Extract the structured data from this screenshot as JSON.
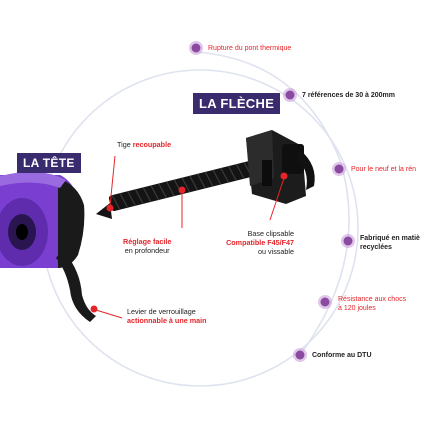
{
  "labels": {
    "head": "LA TÊTE",
    "arrow": "LA FLÈCHE"
  },
  "callouts": {
    "rod_pre": "Tige ",
    "rod_red": "recoupable",
    "depth_red": "Réglage facile",
    "depth_post": "en profondeur",
    "base_pre": "Base clipsable",
    "base_red": "Compatible F45/F47",
    "base_post": "ou vissable",
    "lever_pre": "Levier de verrouillage",
    "lever_red": "actionnable à une main"
  },
  "features": [
    {
      "line1": "Rupture du pont thermique",
      "line2": "",
      "color": "#e5252a"
    },
    {
      "line1": "7 références de 30 à 200mm",
      "line2": "",
      "color": "#222222"
    },
    {
      "line1": "Pour le neuf et la rén",
      "line2": "",
      "color": "#e5252a"
    },
    {
      "line1": "Fabriqué en matiè",
      "line2": "recyclées",
      "color": "#222222"
    },
    {
      "line1": "Résistance aux chocs",
      "line2": "à 120 joules",
      "color": "#e5252a"
    },
    {
      "line1": "Conforme au DTU",
      "line2": "",
      "color": "#222222"
    }
  ],
  "colors": {
    "accent_red": "#e5252a",
    "dot_purple": "#8a4aa0",
    "label_bg": "#3a2a6e",
    "product_purple": "#7a3fd0"
  }
}
